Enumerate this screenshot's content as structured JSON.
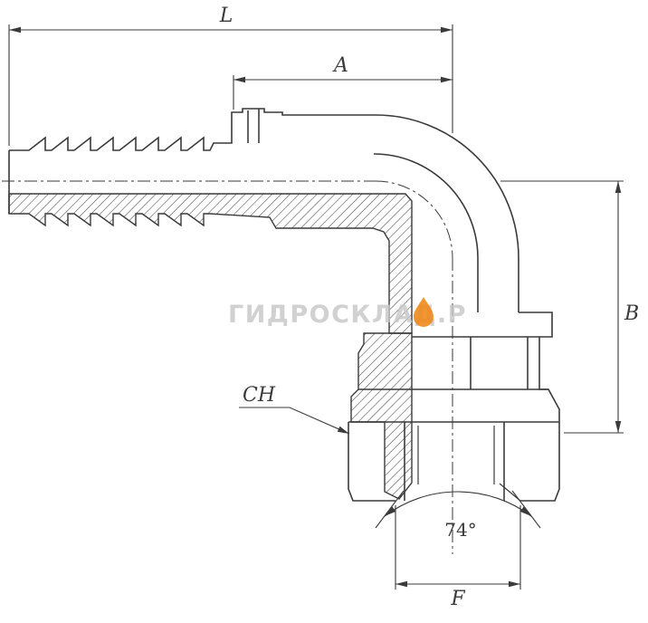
{
  "drawing": {
    "title": "90-degree elbow hydraulic hose fitting, dimensioned section drawing",
    "line_color": "#3a3a3a",
    "background": "#ffffff",
    "labels": {
      "length_total": "L",
      "length_a": "A",
      "height_b": "B",
      "wrench_size": "CH",
      "seat_f": "F",
      "cone_angle": "74°"
    },
    "watermark": {
      "text": "ГИДРОСКЛАД.Р",
      "color": "#c6c6c6",
      "drop_color": "#f08a1d"
    }
  }
}
